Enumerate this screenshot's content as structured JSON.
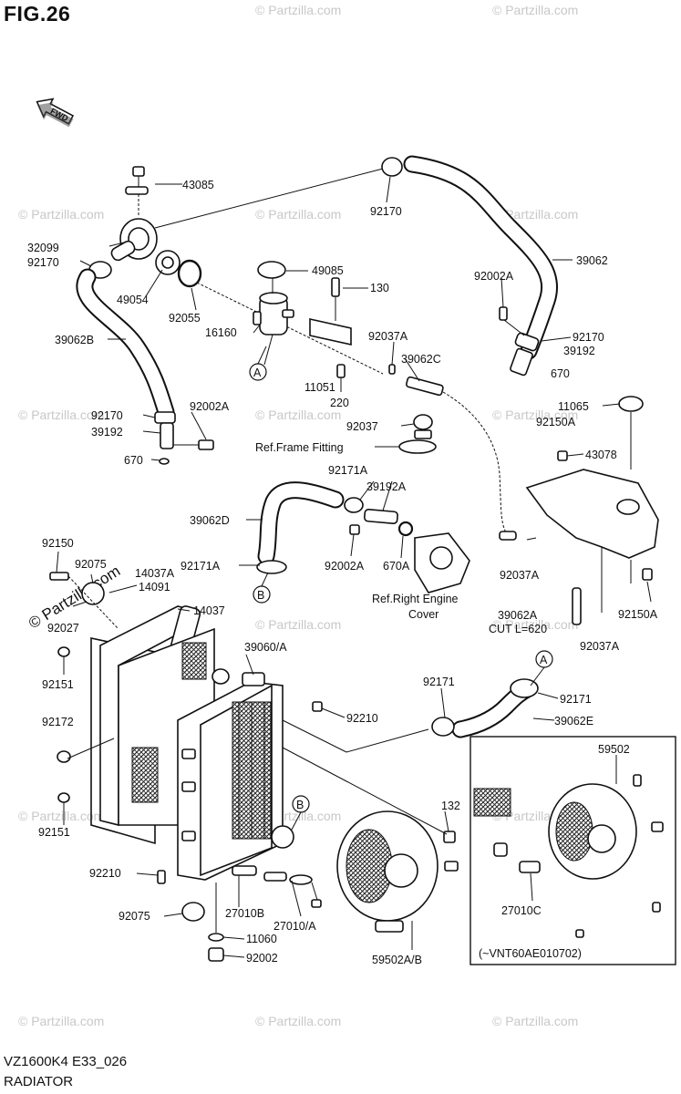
{
  "figure": {
    "title": "FIG.26",
    "footer_code": "VZ1600K4 E33_026",
    "footer_name": "RADIATOR",
    "fwd_label": "FWD",
    "watermark": "© Partzilla.com",
    "inset_note": "(~VNT60AE010702)"
  },
  "callouts": {
    "A": "A",
    "B": "B"
  },
  "labels": [
    {
      "id": "l43085",
      "text": "43085"
    },
    {
      "id": "l32099",
      "text": "32099"
    },
    {
      "id": "l92170a",
      "text": "92170"
    },
    {
      "id": "l49054",
      "text": "49054"
    },
    {
      "id": "l92055",
      "text": "92055"
    },
    {
      "id": "l39062b",
      "text": "39062B"
    },
    {
      "id": "l92170b",
      "text": "92170"
    },
    {
      "id": "l92002aa",
      "text": "92002A"
    },
    {
      "id": "l39192a",
      "text": "39192"
    },
    {
      "id": "l670a",
      "text": "670"
    },
    {
      "id": "l92170c",
      "text": "92170"
    },
    {
      "id": "l39062",
      "text": "39062"
    },
    {
      "id": "l49085",
      "text": "49085"
    },
    {
      "id": "l130",
      "text": "130"
    },
    {
      "id": "l16160",
      "text": "16160"
    },
    {
      "id": "l92037a1",
      "text": "92037A"
    },
    {
      "id": "l39062c",
      "text": "39062C"
    },
    {
      "id": "l11051",
      "text": "11051"
    },
    {
      "id": "l220",
      "text": "220"
    },
    {
      "id": "l92037",
      "text": "92037"
    },
    {
      "id": "lrefframe",
      "text": "Ref.Frame Fitting"
    },
    {
      "id": "l92002ab",
      "text": "92002A"
    },
    {
      "id": "l92170d",
      "text": "92170"
    },
    {
      "id": "l39192b",
      "text": "39192"
    },
    {
      "id": "l670b",
      "text": "670"
    },
    {
      "id": "l11065",
      "text": "11065"
    },
    {
      "id": "l92150a1",
      "text": "92150A"
    },
    {
      "id": "l43078",
      "text": "43078"
    },
    {
      "id": "l92171a1",
      "text": "92171A"
    },
    {
      "id": "l39192c",
      "text": "39192A"
    },
    {
      "id": "l39062d",
      "text": "39062D"
    },
    {
      "id": "l92171a2",
      "text": "92171A"
    },
    {
      "id": "l92002ac",
      "text": "92002A"
    },
    {
      "id": "l670c",
      "text": "670A"
    },
    {
      "id": "lrefeng1",
      "text": "Ref.Right Engine"
    },
    {
      "id": "lrefeng2",
      "text": "Cover"
    },
    {
      "id": "l92037a2",
      "text": "92037A"
    },
    {
      "id": "l39062a",
      "text": "39062A"
    },
    {
      "id": "lcut",
      "text": "CUT L=620"
    },
    {
      "id": "l92150a2",
      "text": "92150A"
    },
    {
      "id": "l92037a3",
      "text": "92037A"
    },
    {
      "id": "l92150",
      "text": "92150"
    },
    {
      "id": "l92075a",
      "text": "92075"
    },
    {
      "id": "l14037a",
      "text": "14037A"
    },
    {
      "id": "l14091",
      "text": "14091"
    },
    {
      "id": "l92027",
      "text": "92027"
    },
    {
      "id": "l14037",
      "text": "14037"
    },
    {
      "id": "l92151a",
      "text": "92151"
    },
    {
      "id": "l39060",
      "text": "39060/A"
    },
    {
      "id": "l92172",
      "text": "92172"
    },
    {
      "id": "l92210a",
      "text": "92210"
    },
    {
      "id": "l92171",
      "text": "92171"
    },
    {
      "id": "l92171b",
      "text": "92171"
    },
    {
      "id": "l39062e",
      "text": "39062E"
    },
    {
      "id": "l92151b",
      "text": "92151"
    },
    {
      "id": "l132",
      "text": "132"
    },
    {
      "id": "l59502",
      "text": "59502"
    },
    {
      "id": "l92210b",
      "text": "92210"
    },
    {
      "id": "l92075b",
      "text": "92075"
    },
    {
      "id": "l27010b",
      "text": "27010B"
    },
    {
      "id": "l27010a",
      "text": "27010/A"
    },
    {
      "id": "l11060",
      "text": "11060"
    },
    {
      "id": "l92002",
      "text": "92002"
    },
    {
      "id": "l59502ab",
      "text": "59502A/B"
    },
    {
      "id": "l27010c",
      "text": "27010C"
    }
  ]
}
